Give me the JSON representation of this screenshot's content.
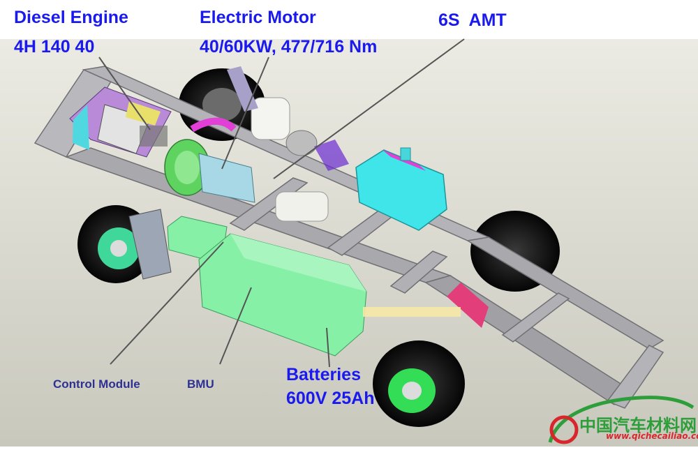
{
  "labels": {
    "diesel_engine_title": "Diesel Engine",
    "diesel_engine_spec": "4H 140 40",
    "electric_motor_title": "Electric Motor",
    "electric_motor_spec": "40/60KW, 477/716 Nm",
    "amt": "6S  AMT",
    "control_module": "Control Module",
    "bmu": "BMU",
    "batteries_title": "Batteries",
    "batteries_spec": "600V 25Ah"
  },
  "watermark": {
    "cn_text": "中国汽车材料网",
    "url": "www.qichecailiao.com"
  },
  "colors": {
    "label_blue": "#1a1aee",
    "label_navy": "#2e3192",
    "battery_green": "#86f0a6",
    "tank_cyan": "#3fe5e8",
    "frame_grey": "#a9a9ad",
    "motor_green": "#5fd35f",
    "watermark_green": "#2e9e3a",
    "watermark_red": "#d8262d"
  }
}
